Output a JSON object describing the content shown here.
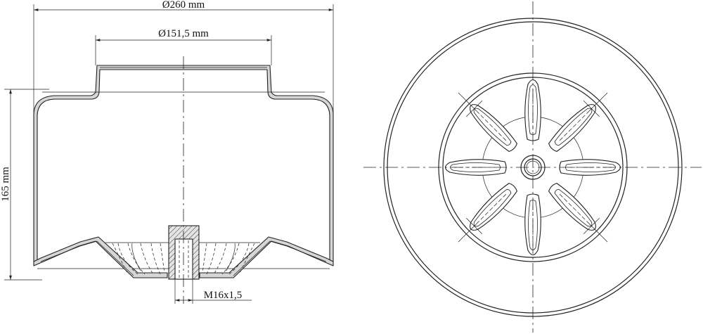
{
  "dimensions": {
    "outer_diameter": "Ø260 mm",
    "top_diameter": "Ø151,5 mm",
    "height": "165 mm",
    "thread": "M16x1,5"
  },
  "colors": {
    "line": "#222222",
    "section_fill": "#d6d6d6",
    "background": "#ffffff"
  }
}
